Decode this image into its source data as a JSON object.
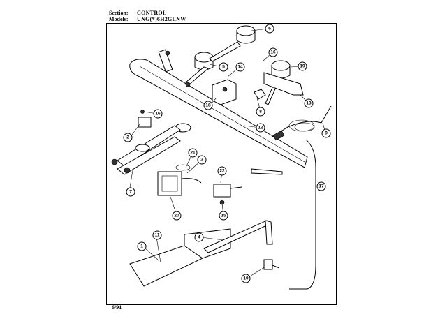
{
  "header": {
    "section_label": "Section:",
    "section_value": "CONTROL",
    "models_label": "Models:",
    "models_value": "UNG(*)6H2GLNW"
  },
  "footer": {
    "date": "6/91"
  },
  "callouts": [
    "1",
    "2",
    "3",
    "4",
    "5",
    "6",
    "7",
    "8",
    "9",
    "10",
    "11",
    "12",
    "13",
    "14",
    "15",
    "16",
    "17",
    "18",
    "19",
    "20",
    "21",
    "22",
    "16"
  ]
}
